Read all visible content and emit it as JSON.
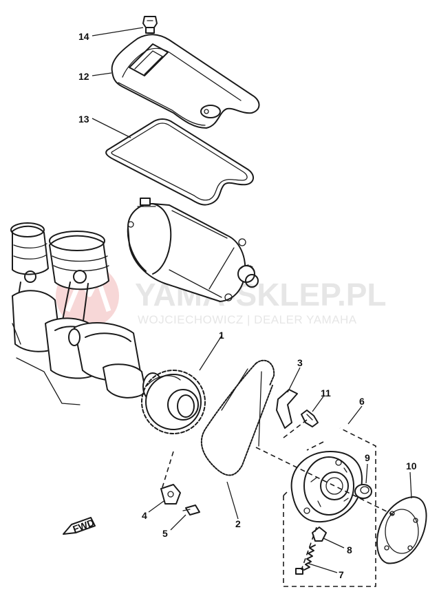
{
  "watermark": {
    "main": "YAMA-SKLEP.PL",
    "sub": "WOJCIECHOWICZ | DEALER YAMAHA",
    "logo_color": "#f3c4c4"
  },
  "fwd_tag": "FWD",
  "callouts": [
    {
      "id": "c1",
      "text": "1",
      "part": "starter-sprocket-wheel"
    },
    {
      "id": "c2",
      "text": "2",
      "part": "starter-chain"
    },
    {
      "id": "c3",
      "text": "3",
      "part": "chain-guide"
    },
    {
      "id": "c4",
      "text": "4",
      "part": "chain-stopper"
    },
    {
      "id": "c5",
      "text": "5",
      "part": "stopper-bolt"
    },
    {
      "id": "c6",
      "text": "6",
      "part": "starter-clutch-assembly"
    },
    {
      "id": "c7",
      "text": "7",
      "part": "spring"
    },
    {
      "id": "c8",
      "text": "8",
      "part": "plunger-cap"
    },
    {
      "id": "c9",
      "text": "9",
      "part": "roller"
    },
    {
      "id": "c10",
      "text": "10",
      "part": "clutch-washer"
    },
    {
      "id": "c11",
      "text": "11",
      "part": "clutch-bolt"
    },
    {
      "id": "c12",
      "text": "12",
      "part": "cover"
    },
    {
      "id": "c13",
      "text": "13",
      "part": "cover-gasket"
    },
    {
      "id": "c14",
      "text": "14",
      "part": "cover-bolt"
    }
  ]
}
